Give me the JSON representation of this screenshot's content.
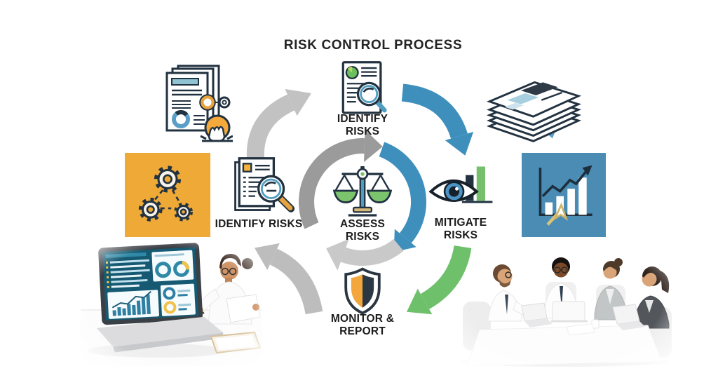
{
  "title": "RISK CONTROL PROCESS",
  "steps": {
    "identify_top": {
      "line1": "IDENTIFY",
      "line2": "RISKS",
      "icon": "document-search-icon"
    },
    "identify_left": {
      "line1": "IDENTIFY RISKS",
      "icon": "document-search-icon"
    },
    "assess": {
      "line1": "ASSESS",
      "line2": "RISKS",
      "icon": "balance-scale-icon"
    },
    "mitigate": {
      "line1": "MITIGATE",
      "line2": "RISKS",
      "icon": "eye-bar-chart-icon"
    },
    "monitor": {
      "line1": "MONITOR &",
      "line2": "REPORT",
      "icon": "shield-icon"
    }
  },
  "corner_graphics": {
    "top_left": {
      "icon": "report-documents-lightbulb-icon"
    },
    "top_right": {
      "icon": "paper-stack-bookmarks-icon"
    },
    "mid_left": {
      "icon": "gears-network-icon",
      "tile_color": "#EFA937"
    },
    "mid_right": {
      "icon": "growth-bar-chart-icon",
      "tile_color": "#4A8CB4"
    }
  },
  "photos": {
    "bottom_left": {
      "icon": "analyst-with-dashboard-laptop-photo"
    },
    "bottom_right": {
      "icon": "team-meeting-photo"
    }
  },
  "cycle": {
    "direction": "clockwise",
    "arrow_colors": {
      "gray": "#C2C2C2",
      "blue": "#3F8FBD",
      "green": "#6EC06A"
    },
    "ring_colors": {
      "dark_gray": "#9B9B9B",
      "blue": "#3F8FBD",
      "light_gray": "#C9C9C9"
    }
  },
  "colors": {
    "background": "#FFFFFF",
    "outline": "#223240",
    "text": "#1C1C1C",
    "accent_orange": "#EFA937",
    "accent_blue": "#4A8CB4",
    "accent_green": "#6CBF5F",
    "accent_gold": "#F2A63B"
  }
}
